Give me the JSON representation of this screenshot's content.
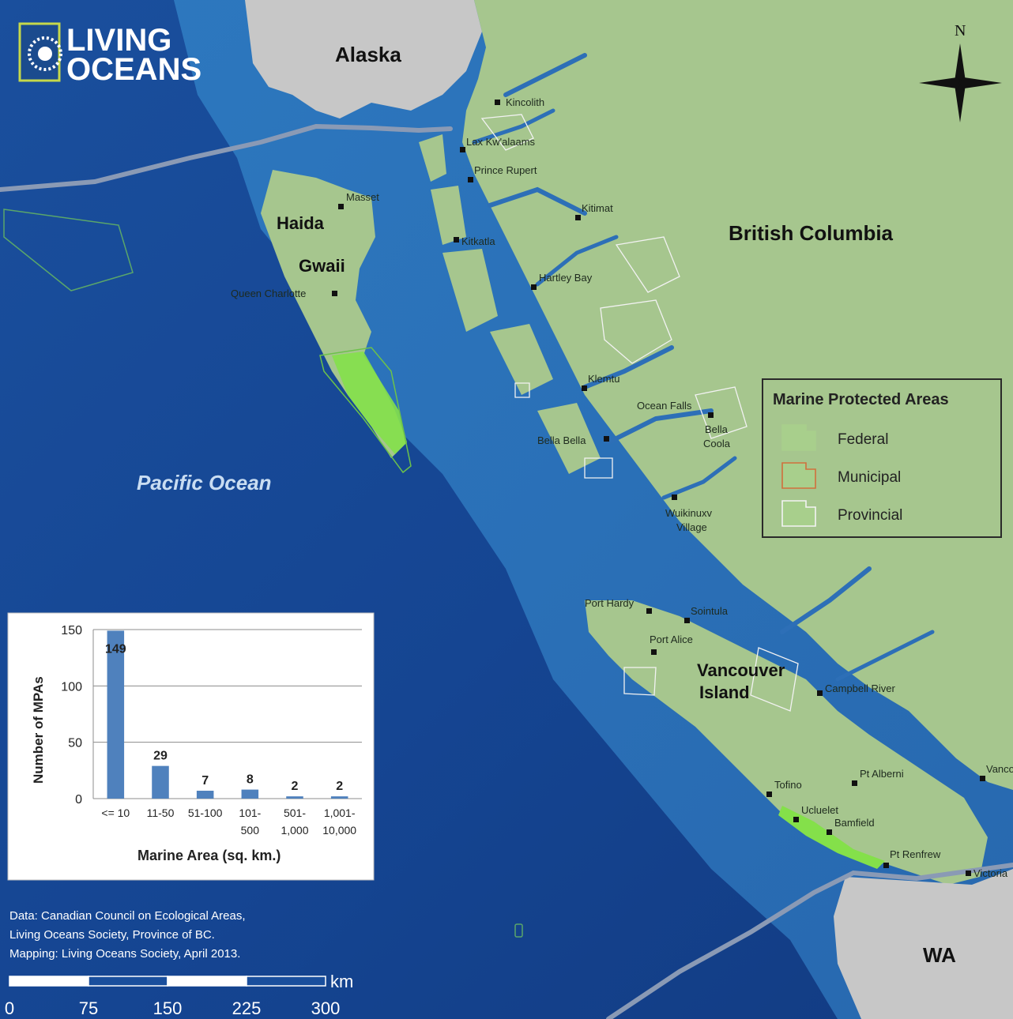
{
  "logo": {
    "line1": "LIVING",
    "line2": "OCEANS"
  },
  "compass": {
    "north": "N"
  },
  "regions": {
    "alaska": "Alaska",
    "british_columbia": "British Columbia",
    "haida_line1": "Haida",
    "haida_line2": "Gwaii",
    "vancouver_line1": "Vancouver",
    "vancouver_line2": "Island",
    "pacific": "Pacific Ocean",
    "wa": "WA"
  },
  "places": {
    "kincolith": "Kincolith",
    "lax_kwalaams": "Lax Kw'alaams",
    "prince_rupert": "Prince Rupert",
    "masset": "Masset",
    "kitimat": "Kitimat",
    "kitkatla": "Kitkatla",
    "queen_charlotte": "Queen Charlotte",
    "hartley_bay": "Hartley Bay",
    "klemtu": "Klemtu",
    "ocean_falls": "Ocean Falls",
    "bella_coola_1": "Bella",
    "bella_coola_2": "Coola",
    "bella_bella": "Bella Bella",
    "wuikinuxv_1": "Wuikinuxv",
    "wuikinuxv_2": "Village",
    "port_hardy": "Port Hardy",
    "sointula": "Sointula",
    "port_alice": "Port Alice",
    "campbell_river": "Campbell River",
    "tofino": "Tofino",
    "pt_alberni": "Pt Alberni",
    "ucluelet": "Ucluelet",
    "bamfield": "Bamfield",
    "pt_renfrew": "Pt Renfrew",
    "victoria": "Victoria",
    "vancouver": "Vancouver"
  },
  "legend": {
    "title": "Marine Protected Areas",
    "items": [
      {
        "label": "Federal",
        "color": "#a8cf8c",
        "stroke": "#a8cf8c"
      },
      {
        "label": "Municipal",
        "color": "#a8cf8c",
        "stroke": "#d0703c"
      },
      {
        "label": "Provincial",
        "color": "#a8cf8c",
        "stroke": "#f4f4f4"
      }
    ]
  },
  "chart_data": {
    "type": "bar",
    "categories": [
      [
        "<= 10"
      ],
      [
        "11-50"
      ],
      [
        "51-100"
      ],
      [
        "101-",
        "500"
      ],
      [
        "501-",
        "1,000"
      ],
      [
        "1,001-",
        "10,000"
      ]
    ],
    "values": [
      149,
      29,
      7,
      8,
      2,
      2
    ],
    "xlabel": "Marine Area (sq. km.)",
    "ylabel": "Number of MPAs",
    "ylim": [
      0,
      150
    ],
    "yticks": [
      0,
      50,
      100,
      150
    ],
    "grid": true,
    "bar_color": "#4f81bd"
  },
  "credits": {
    "line1": "Data: Canadian Council on Ecological Areas,",
    "line2": "Living Oceans Society, Province of BC.",
    "line3": "Mapping: Living Oceans Society, April 2013."
  },
  "scale": {
    "unit": "km",
    "labels": [
      "0",
      "75",
      "150",
      "225",
      "300"
    ]
  },
  "colors": {
    "ocean_deep": "#14418f",
    "ocean_shelf": "#2d6fb7",
    "land": "#a6c68e",
    "us_land": "#c9c9c9",
    "federal_mpa": "#84e04a"
  }
}
